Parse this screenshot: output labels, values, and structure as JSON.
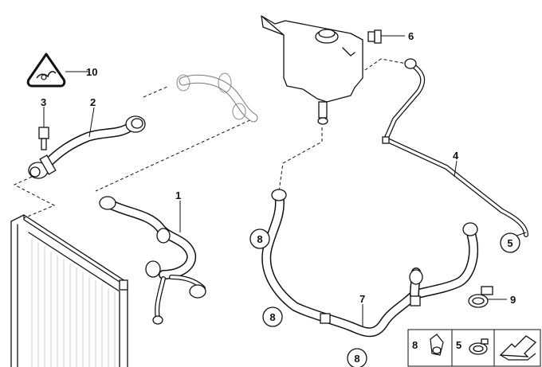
{
  "callouts": {
    "c1": "1",
    "c2": "2",
    "c3": "3",
    "c4": "4",
    "c5": "5",
    "c6": "6",
    "c7": "7",
    "c8": "8",
    "c9": "9",
    "c10": "10",
    "circle_5": "5",
    "circle_8a": "8",
    "circle_8b": "8",
    "circle_8c": "8"
  },
  "legend": {
    "item_8": "8",
    "item_5": "5"
  },
  "icons": {
    "warning": "hot-coolant-warning-icon",
    "legend_clip": "hose-clip-icon",
    "legend_clamp": "hose-clamp-icon",
    "legend_arrow": "arrow-icon"
  }
}
